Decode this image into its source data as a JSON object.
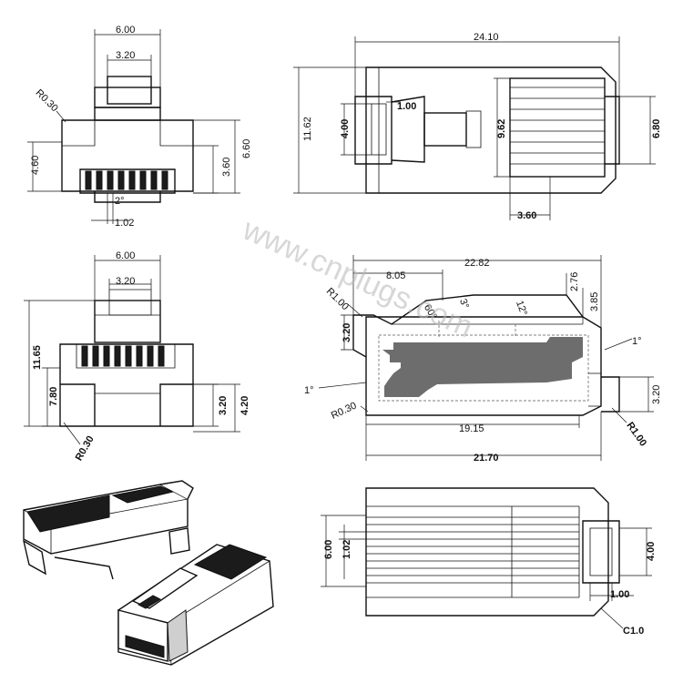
{
  "watermark": "www.cnplugs.com",
  "view_front_top": {
    "dims": {
      "width_outer": "6.00",
      "width_inner": "3.20",
      "radius": "R0.30",
      "left_h": "4.60",
      "right_h1": "3.60",
      "right_h2": "6.60",
      "angle": "2°",
      "pitch": "1.02"
    }
  },
  "view_top_right": {
    "dims": {
      "length": "24.10",
      "left_h": "11.62",
      "tab_w": "1.00",
      "tab_h": "4.00",
      "contact_h": "9.62",
      "right_h": "6.80",
      "contact_w": "3.60"
    }
  },
  "view_front_mid": {
    "dims": {
      "width_outer": "6.00",
      "width_inner": "3.20",
      "left_h": "11.65",
      "inner_h": "7.80",
      "right_h1": "3.20",
      "right_h2": "4.20",
      "radius": "R0.30"
    }
  },
  "view_side_mid": {
    "dims": {
      "length": "22.82",
      "front_len": "8.05",
      "top_h": "2.76",
      "step_h": "3.85",
      "radius_top": "R1.00",
      "left_h": "3.20",
      "angle_60": "60°",
      "angle_3": "3°",
      "angle_12": "12°",
      "angle_1_right": "1°",
      "angle_1_left": "1°",
      "radius_bottom": "R0.30",
      "inner_len": "19.15",
      "body_len": "21.70",
      "right_h": "3.20",
      "radius_right": "R1.00"
    }
  },
  "view_bottom_right": {
    "dims": {
      "left_h1": "6.00",
      "left_h2": "1.02",
      "right_h": "4.00",
      "tab_w": "1.00",
      "chamfer": "C1.0"
    }
  }
}
